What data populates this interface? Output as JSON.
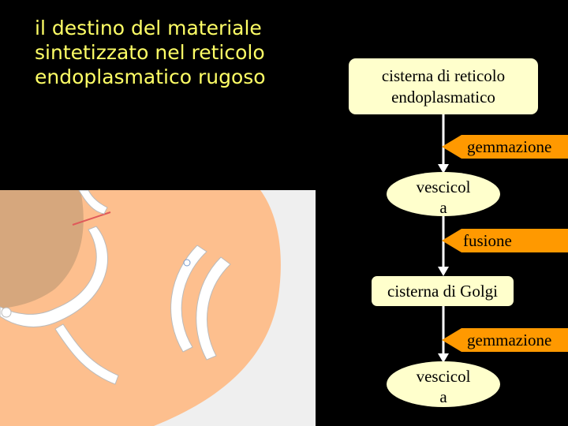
{
  "title": {
    "line1": "il destino del materiale",
    "line2": "sintetizzato nel reticolo",
    "line3": "endoplasmatico rugoso"
  },
  "flow": {
    "steps": [
      {
        "type": "box",
        "text": "cisterna di reticolo endoplasmatico",
        "line1": "cisterna di reticolo",
        "line2": "endoplasmatico"
      },
      {
        "type": "process",
        "text": "gemmazione"
      },
      {
        "type": "ellipse",
        "line1": "vescicol",
        "line2": "a"
      },
      {
        "type": "process",
        "text": "fusione"
      },
      {
        "type": "box",
        "text": "cisterna di Golgi"
      },
      {
        "type": "process",
        "text": "gemmazione"
      },
      {
        "type": "ellipse",
        "line1": "vescicol",
        "line2": "a"
      }
    ]
  },
  "colors": {
    "background": "#000000",
    "title_text": "#ffff66",
    "box_fill": "#ffffcc",
    "tag_fill": "#ff9900",
    "arrow": "#ffffff",
    "cytoplasm": "#fdbf8e",
    "nucleus": "#d6a77d",
    "vesicle": "#ffffff"
  }
}
